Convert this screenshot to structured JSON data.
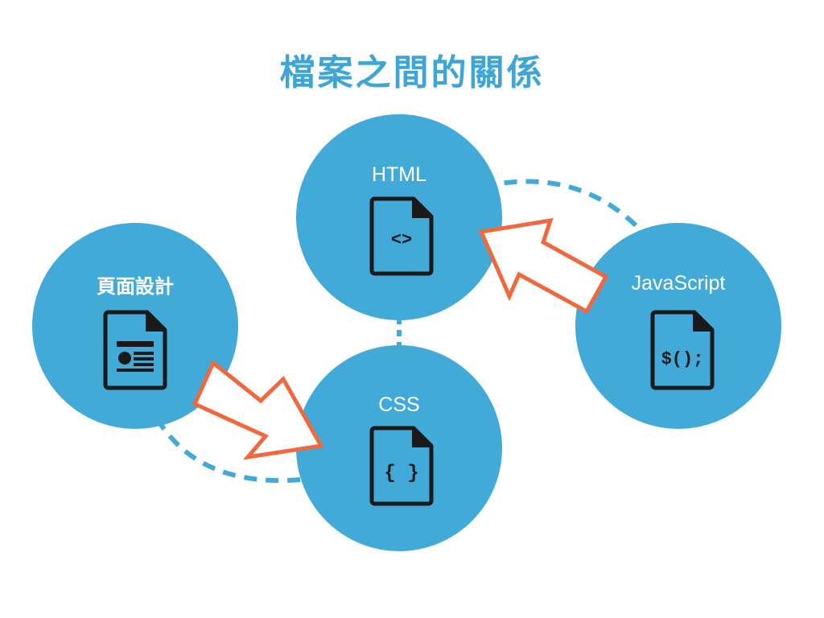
{
  "title": "檔案之間的關係",
  "nodes": {
    "html": {
      "label": "HTML",
      "icon": "html-file-icon",
      "glyph": "<>"
    },
    "css": {
      "label": "CSS",
      "icon": "css-file-icon",
      "glyph": "{ }"
    },
    "js": {
      "label": "JavaScript",
      "icon": "javascript-file-icon",
      "glyph": "$();"
    },
    "design": {
      "label": "頁面設計",
      "icon": "page-layout-file-icon"
    }
  },
  "colors": {
    "circle": "#42aad9",
    "title": "#3ea6d7",
    "arrow_stroke": "#f0683c",
    "arrow_fill": "#ffffff",
    "connector": "#42aad9",
    "icon": "#1a1a1a"
  }
}
